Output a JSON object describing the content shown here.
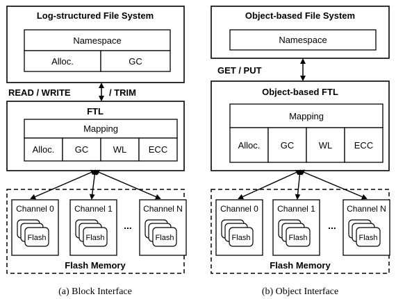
{
  "left": {
    "fs_title": "Log-structured File System",
    "fs_namespace": "Namespace",
    "fs_alloc": "Alloc.",
    "fs_gc": "GC",
    "interface_label_a": "READ / WRITE",
    "interface_label_b": "/ TRIM",
    "ftl_title": "FTL",
    "ftl_mapping": "Mapping",
    "ftl_alloc": "Alloc.",
    "ftl_gc": "GC",
    "ftl_wl": "WL",
    "ftl_ecc": "ECC",
    "channels": [
      "Channel 0",
      "Channel 1",
      "Channel N"
    ],
    "ellipsis": "...",
    "flash_chip": "Flash",
    "flash_memory": "Flash Memory",
    "caption": "(a) Block Interface"
  },
  "right": {
    "fs_title": "Object-based File System",
    "fs_namespace": "Namespace",
    "interface_label": "GET / PUT",
    "ftl_title": "Object-based FTL",
    "ftl_mapping": "Mapping",
    "ftl_alloc": "Alloc.",
    "ftl_gc": "GC",
    "ftl_wl": "WL",
    "ftl_ecc": "ECC",
    "channels": [
      "Channel 0",
      "Channel 1",
      "Channel N"
    ],
    "ellipsis": "...",
    "flash_chip": "Flash",
    "flash_memory": "Flash Memory",
    "caption": "(b) Object Interface"
  }
}
